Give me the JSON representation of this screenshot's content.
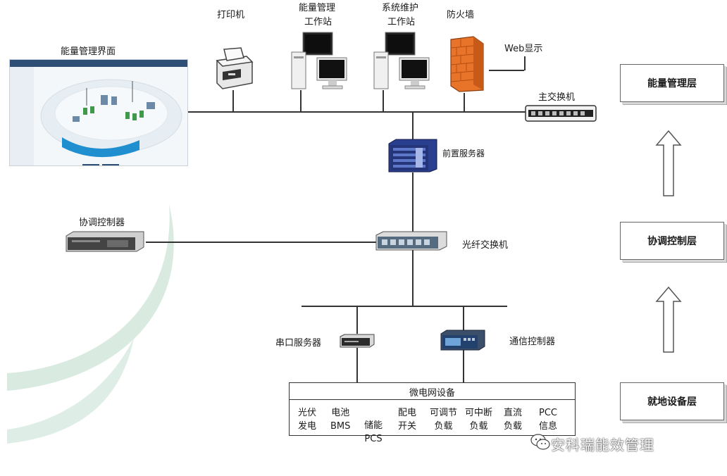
{
  "top": {
    "printer": "打印机",
    "energy_station_l1": "能量管理",
    "energy_station_l2": "工作站",
    "maint_station_l1": "系统维护",
    "maint_station_l2": "工作站",
    "firewall": "防火墙",
    "web_display": "Web显示",
    "main_switch": "主交换机",
    "energy_ui": "能量管理界面"
  },
  "middle": {
    "front_server": "前置服务器",
    "coord_controller": "协调控制器",
    "fiber_switch": "光纤交换机"
  },
  "bottom": {
    "serial_server": "串口服务器",
    "comm_controller": "通信控制器",
    "microgrid_title": "微电网设备",
    "devices": [
      {
        "l1": "光伏",
        "l2": "发电"
      },
      {
        "l1": "电池",
        "l2": "BMS"
      },
      {
        "l1": "储能",
        "l2": "PCS"
      },
      {
        "l1": "配电",
        "l2": "开关"
      },
      {
        "l1": "可调节",
        "l2": "负载"
      },
      {
        "l1": "可中断",
        "l2": "负载"
      },
      {
        "l1": "直流",
        "l2": "负载"
      },
      {
        "l1": "PCC",
        "l2": "信息"
      }
    ]
  },
  "layers": {
    "energy": "能量管理层",
    "coord": "协调控制层",
    "field": "就地设备层"
  },
  "watermark": "安科瑞能效管理",
  "colors": {
    "line": "#333333",
    "firewall": "#e8742a",
    "server": "#2a3f8f",
    "swoosh": "#9cc9b4"
  }
}
